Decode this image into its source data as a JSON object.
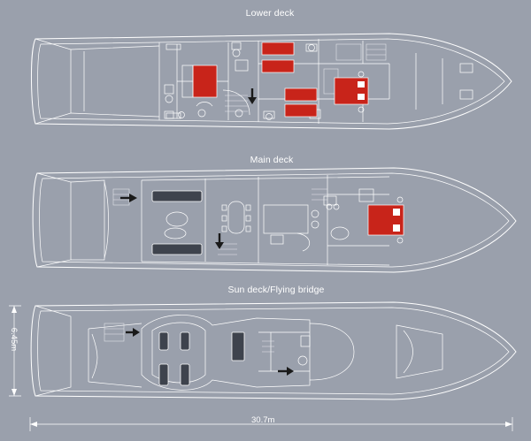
{
  "decks": {
    "lower": {
      "title": "Lower deck"
    },
    "main": {
      "title": "Main deck"
    },
    "sun": {
      "title": "Sun deck/Flying bridge"
    }
  },
  "dimensions": {
    "length": "30.7m",
    "beam": "6.45m"
  },
  "colors": {
    "background": "#9aa0ac",
    "line": "#ffffff",
    "bed": "#c8241a",
    "stair_arrow": "#1a1a1a",
    "furniture": "#3e434d"
  },
  "icons": [
    "stair-arrow-icon",
    "bed-icon",
    "sofa-icon",
    "toilet-icon",
    "sink-icon",
    "helm-wheel-icon"
  ]
}
